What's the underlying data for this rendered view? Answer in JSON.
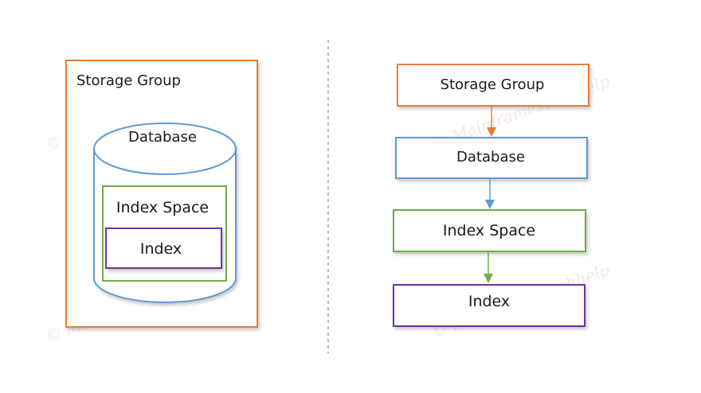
{
  "watermark": "© Mainframestechhelp",
  "left_diagram": {
    "storage_group": "Storage Group",
    "database": "Database",
    "index_space": "Index Space",
    "index": "Index"
  },
  "right_diagram": {
    "storage_group": "Storage Group",
    "database": "Database",
    "index_space": "Index Space",
    "index": "Index"
  },
  "colors": {
    "storage_group": "#ed7d31",
    "database": "#5b9bd5",
    "index_space": "#70ad47",
    "index": "#7030a0",
    "divider": "#8fa9c6"
  }
}
